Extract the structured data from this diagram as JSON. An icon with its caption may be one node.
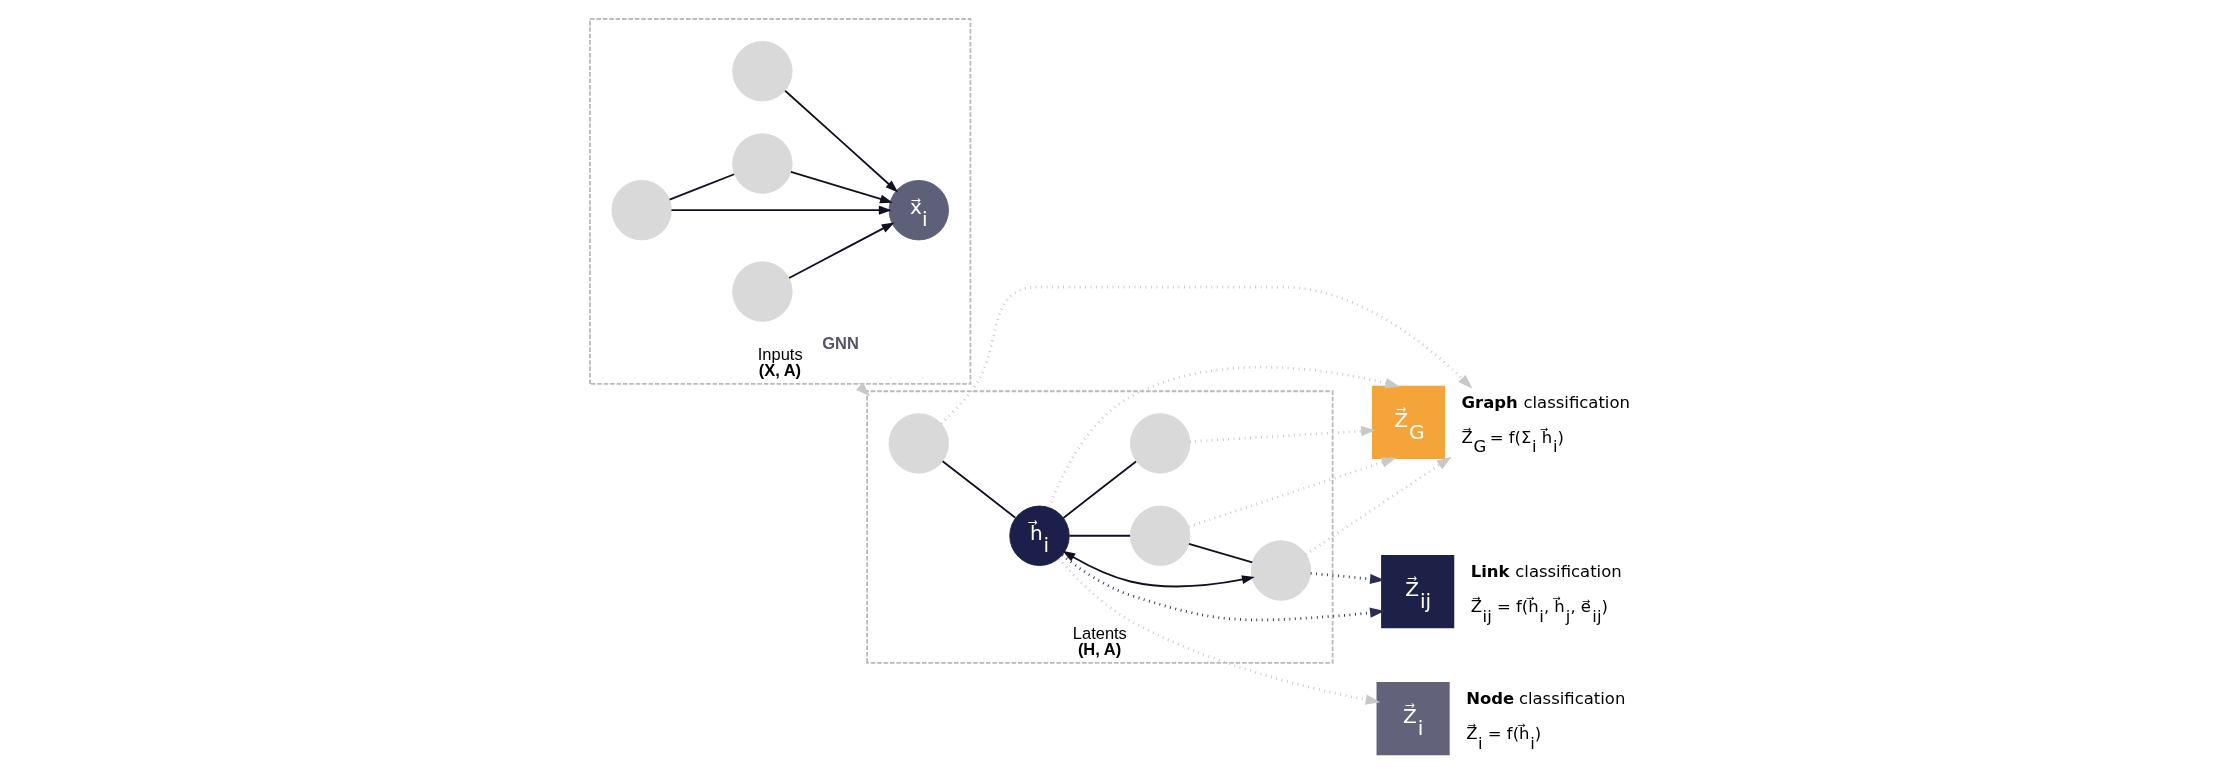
{
  "diagram": {
    "nodes": [
      {
        "text": [
          "Inputs",
          "**(X, A)**"
        ]
      },
      {
        "text": [],
        "shape": "circle",
        "in": 0
      },
      {
        "text": [
          "x⃗$_{i}$"
        ],
        "in": 0
      },
      {
        "text": [],
        "shape": "circle",
        "in": 0
      },
      {
        "text": [],
        "shape": "circle",
        "in": 0
      },
      {
        "text": [],
        "shape": "circle",
        "in": 0
      },
      {
        "text": [
          "Latents",
          "**(H, A)**"
        ]
      },
      {
        "text": [],
        "shape": "circle",
        "in": 6
      },
      {
        "text": [
          "h⃗$_{i}$"
        ],
        "in": 6
      },
      {
        "text": [],
        "shape": "circle",
        "in": 6
      },
      {
        "text": [],
        "shape": "circle",
        "in": 6
      },
      {
        "text": [],
        "shape": "circle",
        "in": 6
      },
      {
        "text": [
          "Z⃗$_{i}$"
        ],
        "beside": [
          "**Node** classification",
          "Z⃗$_{i}$ = f(h⃗$_{i}$)"
        ]
      },
      {
        "text": [
          "Z⃗$_{G}$"
        ],
        "beside": [
          "**Graph** classification",
          "Z⃗$_{G}$ = f(Σ$_{i}$ h⃗$_{i}$)"
        ]
      },
      {
        "text": [
          "Z⃗$_{ij}$"
        ],
        "beside": [
          "**Link** classification",
          "Z⃗$_{ij}$ = f(h⃗$_{i}$, h⃗$_{j}$, e⃗$_{ij}$)"
        ]
      }
    ],
    "edges": [
      {
        "from": 1,
        "to": 2,
        "arrow": "to"
      },
      {
        "from": 3,
        "to": 2,
        "arrow": "to"
      },
      {
        "from": 4,
        "to": 2,
        "arrow": "to"
      },
      {
        "from": 5,
        "to": 2,
        "arrow": "to"
      },
      {
        "from": 4,
        "to": 5,
        "arrow": "none"
      },
      {
        "from": 0,
        "to": 6,
        "arrow": "to",
        "label": "GNN",
        "style": "dashed",
        "color": "#c8c8c8"
      },
      {
        "from": 7,
        "to": 8,
        "arrow": "none"
      },
      {
        "from": 8,
        "to": 9,
        "arrow": "none"
      },
      {
        "from": 8,
        "to": 10,
        "arrow": "none"
      },
      {
        "from": 10,
        "to": 11,
        "arrow": "none"
      },
      {
        "from": 8,
        "to": 11,
        "arrow": "both"
      },
      {
        "from": 8,
        "to": 12,
        "arrow": "to",
        "style": "dashed",
        "color": "#c8c8c8"
      },
      {
        "from": 7,
        "to": 13,
        "arrow": "to",
        "style": "dashed",
        "color": "#c8c8c8"
      },
      {
        "from": 8,
        "to": 13,
        "arrow": "to",
        "style": "dashed",
        "color": "#c8c8c8"
      },
      {
        "from": 9,
        "to": 13,
        "arrow": "to",
        "style": "dashed",
        "color": "#c8c8c8"
      },
      {
        "from": 10,
        "to": 13,
        "arrow": "to",
        "style": "dashed",
        "color": "#c8c8c8"
      },
      {
        "from": 11,
        "to": 13,
        "arrow": "to",
        "style": "dashed",
        "color": "#c8c8c8"
      },
      {
        "from": 8,
        "to": 14,
        "arrow": "to",
        "style": "dashed",
        "color": "#2a2c55"
      },
      {
        "from": 11,
        "to": 14,
        "arrow": "to",
        "style": "dashed",
        "color": "#2a2c55"
      }
    ]
  }
}
